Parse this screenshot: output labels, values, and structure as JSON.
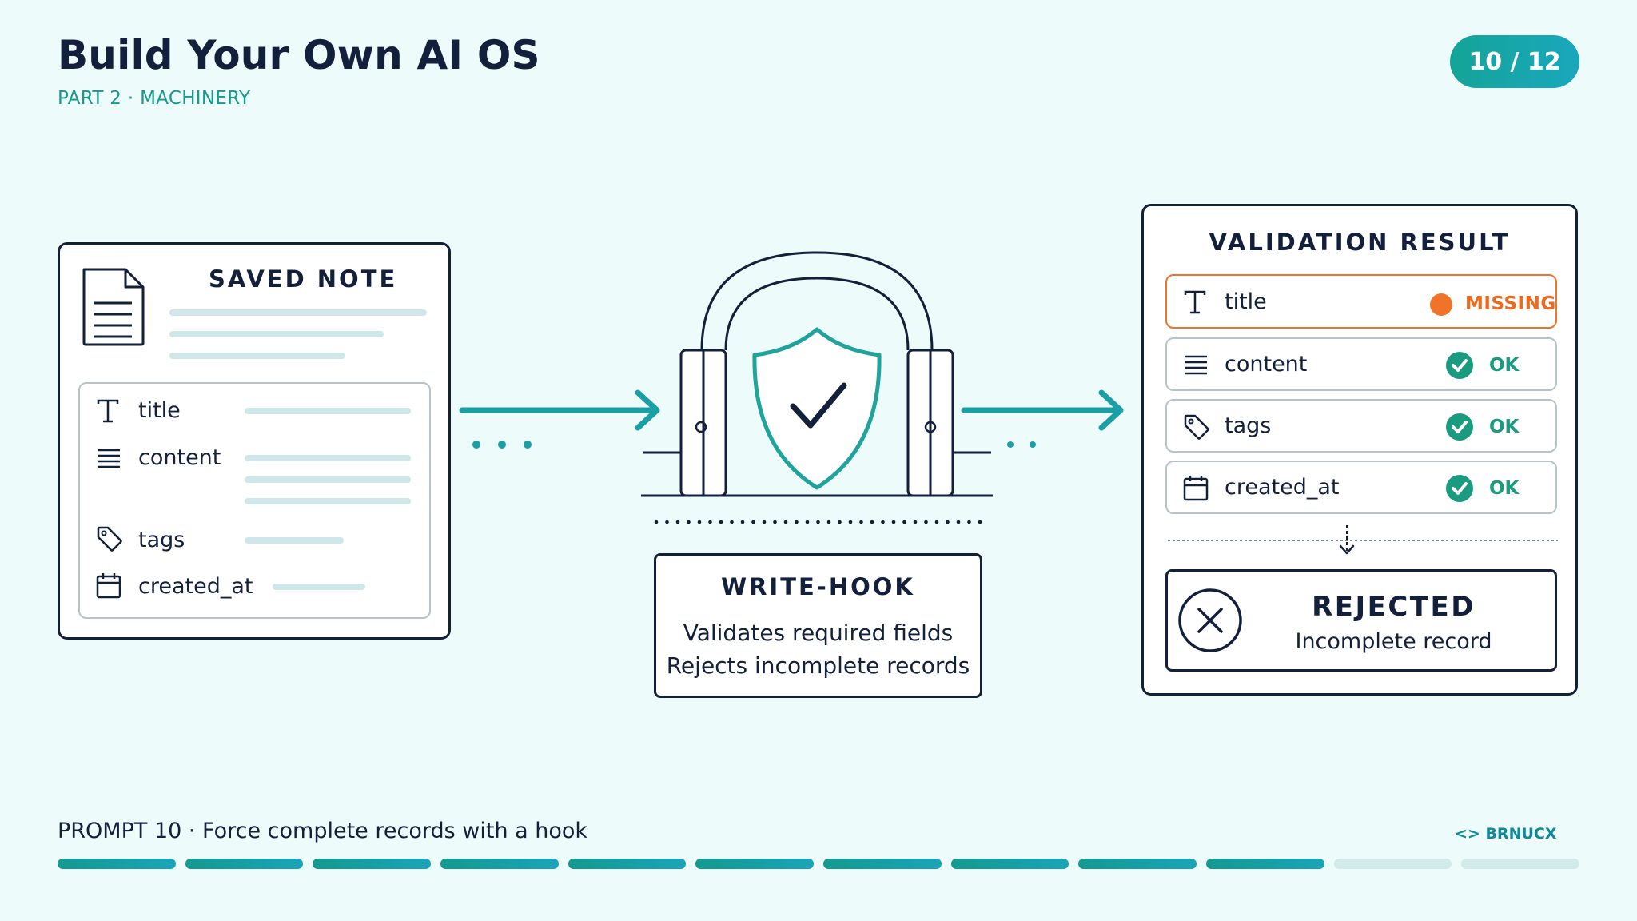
{
  "header": {
    "title": "Build Your Own AI OS",
    "subtitle": "PART 2 · MACHINERY",
    "page_indicator": "10 / 12"
  },
  "saved_note": {
    "heading": "SAVED NOTE",
    "fields": [
      {
        "label": "title",
        "icon": "text-icon"
      },
      {
        "label": "content",
        "icon": "lines-icon"
      },
      {
        "label": "tags",
        "icon": "tag-icon"
      },
      {
        "label": "created_at",
        "icon": "calendar-icon"
      }
    ]
  },
  "write_hook": {
    "heading": "WRITE-HOOK",
    "line1": "Validates required fields",
    "line2": "Rejects incomplete records",
    "icon": "shield-check-icon"
  },
  "validation": {
    "heading": "VALIDATION RESULT",
    "rows": [
      {
        "label": "title",
        "status": "MISSING",
        "icon": "text-icon"
      },
      {
        "label": "content",
        "status": "OK",
        "icon": "lines-icon"
      },
      {
        "label": "tags",
        "status": "OK",
        "icon": "tag-icon"
      },
      {
        "label": "created_at",
        "status": "OK",
        "icon": "calendar-icon"
      }
    ],
    "result_title": "REJECTED",
    "result_subtitle": "Incomplete record"
  },
  "footer": {
    "prompt": "PROMPT 10 · Force complete records with a hook",
    "brand": "<> BRNUCX",
    "progress": {
      "current": 10,
      "total": 12
    }
  },
  "colors": {
    "accent_teal": "#149b8e",
    "ink": "#13203b",
    "missing_orange": "#f0732a",
    "ok_green": "#1a9a7e"
  }
}
